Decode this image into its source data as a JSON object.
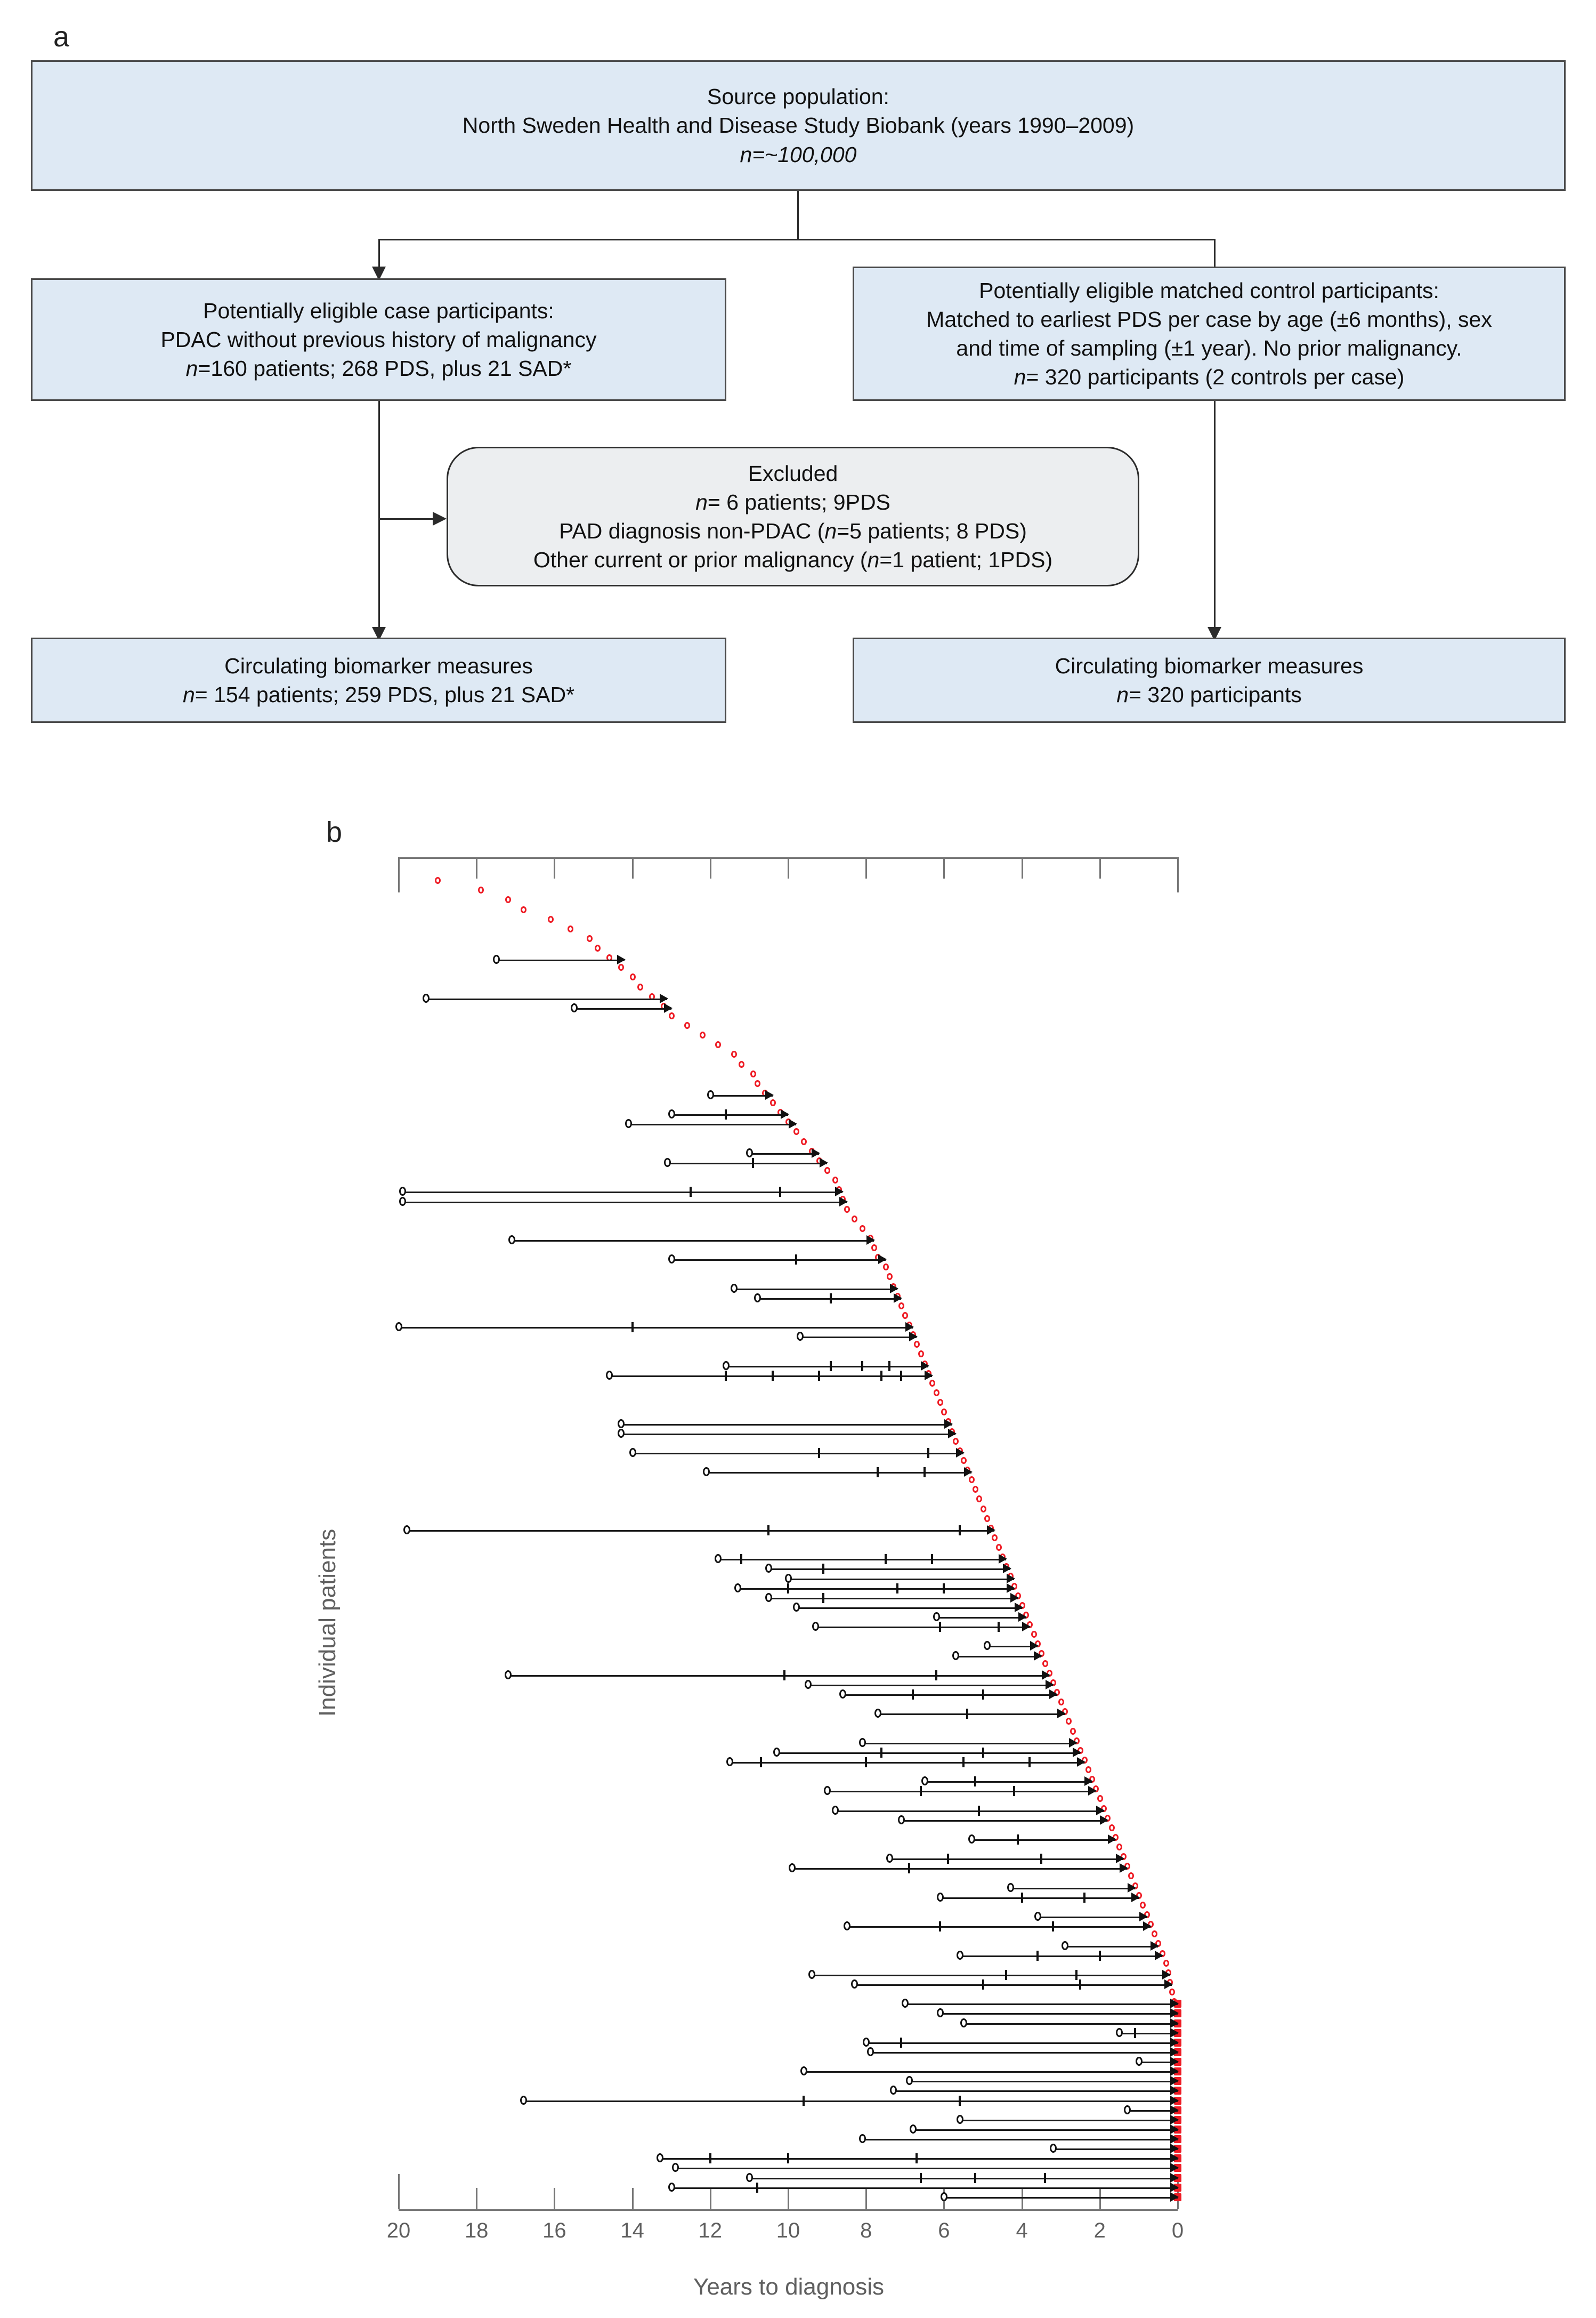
{
  "figure": {
    "panel_a_label": "a",
    "panel_b_label": "b"
  },
  "flowchart": {
    "boxes": [
      {
        "id": "source-population",
        "shape": "rect",
        "lines": [
          "Source population:",
          "North Sweden Health and Disease Study Biobank (years 1990–2009)",
          "n=~100,000"
        ]
      },
      {
        "id": "eligible-cases",
        "shape": "rect",
        "lines": [
          "Potentially eligible case participants:",
          "PDAC without previous history of malignancy",
          "n=160 patients; 268 PDS, plus 21 SAD*"
        ]
      },
      {
        "id": "eligible-controls",
        "shape": "rect",
        "lines": [
          "Potentially eligible matched control participants:",
          "Matched to earliest PDS per case by age (±6 months), sex",
          "and time of sampling (±1 year). No prior malignancy.",
          "n= 320 participants (2 controls per case)"
        ]
      },
      {
        "id": "excluded",
        "shape": "rounded",
        "lines": [
          "Excluded",
          "n= 6 patients; 9PDS",
          "PAD diagnosis non-PDAC (n=5 patients; 8 PDS)",
          "Other current or prior malignancy (n=1 patient; 1PDS)"
        ]
      },
      {
        "id": "case-biomarkers",
        "shape": "rect",
        "lines": [
          "Circulating biomarker measures",
          "n= 154 patients; 259 PDS, plus 21 SAD*"
        ]
      },
      {
        "id": "control-biomarkers",
        "shape": "rect",
        "lines": [
          "Circulating biomarker measures",
          "n= 320 participants"
        ]
      }
    ],
    "colors": {
      "box_fill": "#dee9f4",
      "box_border": "#4a4a4a",
      "excluded_fill": "#eceef0",
      "connector": "#2b2b2b"
    }
  },
  "chart_data": {
    "type": "line",
    "title": "",
    "xlabel": "Years to diagnosis",
    "ylabel": "Individual patients",
    "xlim": [
      20,
      0
    ],
    "x_tick_labels": [
      "20",
      "18",
      "16",
      "14",
      "12",
      "10",
      "8",
      "6",
      "4",
      "2",
      "0"
    ],
    "x_tick_values": [
      20,
      18,
      16,
      14,
      12,
      10,
      8,
      6,
      4,
      2,
      0
    ],
    "axis_direction": "reversed",
    "grid": false,
    "legend": "none",
    "colors": {
      "line": "#1a1a1a",
      "marker_open": "#111111",
      "latest_sample": "#ee1b24",
      "axis": "#767676",
      "axis_text": "#5f5f5f"
    },
    "series_description": "Each row is one individual patient. Open circle = earliest pre-diagnostic sample (PDS); vertical ticks = intermediate repeat samples; arrowhead = last pre-diagnostic sample; red circle = years from last sample to diagnosis.",
    "n_patients": 154,
    "rows": [
      {
        "start": 19.0,
        "end": 19.0,
        "mids": [],
        "red": 19.0
      },
      {
        "start": 17.9,
        "end": 17.9,
        "mids": [],
        "red": 17.9
      },
      {
        "start": 17.2,
        "end": 17.2,
        "mids": [],
        "red": 17.2
      },
      {
        "start": 16.8,
        "end": 16.8,
        "mids": [],
        "red": 16.8
      },
      {
        "start": 16.1,
        "end": 16.1,
        "mids": [],
        "red": 16.1
      },
      {
        "start": 15.6,
        "end": 15.6,
        "mids": [],
        "red": 15.6
      },
      {
        "start": 15.1,
        "end": 15.1,
        "mids": [],
        "red": 15.1
      },
      {
        "start": 14.9,
        "end": 14.9,
        "mids": [],
        "red": 14.9
      },
      {
        "start": 14.6,
        "end": 14.6,
        "mids": [],
        "red": 14.6
      },
      {
        "start": 17.5,
        "end": 14.2,
        "mids": [],
        "red": 14.3
      },
      {
        "start": 14.0,
        "end": 14.0,
        "mids": [],
        "red": 14.0
      },
      {
        "start": 13.8,
        "end": 13.8,
        "mids": [],
        "red": 13.8
      },
      {
        "start": 13.5,
        "end": 13.5,
        "mids": [],
        "red": 13.5
      },
      {
        "start": 19.3,
        "end": 13.1,
        "mids": [],
        "red": 13.2
      },
      {
        "start": 15.5,
        "end": 13.0,
        "mids": [],
        "red": 13.0
      },
      {
        "start": 12.6,
        "end": 12.6,
        "mids": [],
        "red": 12.6
      },
      {
        "start": 12.2,
        "end": 12.2,
        "mids": [],
        "red": 12.2
      },
      {
        "start": 11.8,
        "end": 11.8,
        "mids": [],
        "red": 11.8
      },
      {
        "start": 11.4,
        "end": 11.4,
        "mids": [],
        "red": 11.4
      },
      {
        "start": 11.2,
        "end": 11.2,
        "mids": [],
        "red": 11.2
      },
      {
        "start": 10.9,
        "end": 10.9,
        "mids": [],
        "red": 10.9
      },
      {
        "start": 10.8,
        "end": 10.8,
        "mids": [],
        "red": 10.8
      },
      {
        "start": 10.6,
        "end": 10.6,
        "mids": [],
        "red": 10.6
      },
      {
        "start": 12.0,
        "end": 10.4,
        "mids": [],
        "red": 10.4
      },
      {
        "start": 10.2,
        "end": 10.2,
        "mids": [],
        "red": 10.2
      },
      {
        "start": 13.0,
        "end": 10.0,
        "mids": [
          11.6
        ],
        "red": 10.0
      },
      {
        "start": 14.1,
        "end": 9.8,
        "mids": [],
        "red": 9.8
      },
      {
        "start": 9.6,
        "end": 9.6,
        "mids": [],
        "red": 9.6
      },
      {
        "start": 9.4,
        "end": 9.4,
        "mids": [],
        "red": 9.4
      },
      {
        "start": 11.0,
        "end": 9.2,
        "mids": [],
        "red": 9.2
      },
      {
        "start": 13.1,
        "end": 9.0,
        "mids": [
          10.9
        ],
        "red": 9.0
      },
      {
        "start": 8.8,
        "end": 8.8,
        "mids": [],
        "red": 8.8
      },
      {
        "start": 8.7,
        "end": 8.7,
        "mids": [],
        "red": 8.7
      },
      {
        "start": 19.9,
        "end": 8.6,
        "mids": [
          12.5,
          10.2
        ],
        "red": 8.6
      },
      {
        "start": 19.9,
        "end": 8.5,
        "mids": [],
        "red": 8.5
      },
      {
        "start": 8.3,
        "end": 8.3,
        "mids": [],
        "red": 8.3
      },
      {
        "start": 8.1,
        "end": 8.1,
        "mids": [],
        "red": 8.1
      },
      {
        "start": 7.9,
        "end": 7.9,
        "mids": [],
        "red": 7.9
      },
      {
        "start": 17.1,
        "end": 7.8,
        "mids": [],
        "red": 7.8
      },
      {
        "start": 7.7,
        "end": 7.7,
        "mids": [],
        "red": 7.7
      },
      {
        "start": 13.0,
        "end": 7.5,
        "mids": [
          9.8
        ],
        "red": 7.5
      },
      {
        "start": 7.4,
        "end": 7.4,
        "mids": [],
        "red": 7.4
      },
      {
        "start": 7.3,
        "end": 7.3,
        "mids": [],
        "red": 7.3
      },
      {
        "start": 11.4,
        "end": 7.2,
        "mids": [],
        "red": 7.2
      },
      {
        "start": 10.8,
        "end": 7.1,
        "mids": [
          8.9
        ],
        "red": 7.1
      },
      {
        "start": 7.0,
        "end": 7.0,
        "mids": [],
        "red": 7.0
      },
      {
        "start": 6.9,
        "end": 6.9,
        "mids": [],
        "red": 6.9
      },
      {
        "start": 20.0,
        "end": 6.8,
        "mids": [
          14.0
        ],
        "red": 6.8
      },
      {
        "start": 9.7,
        "end": 6.7,
        "mids": [],
        "red": 6.7
      },
      {
        "start": 6.6,
        "end": 6.6,
        "mids": [],
        "red": 6.6
      },
      {
        "start": 6.5,
        "end": 6.5,
        "mids": [],
        "red": 6.5
      },
      {
        "start": 11.6,
        "end": 6.4,
        "mids": [
          8.9,
          8.1,
          7.4
        ],
        "red": 6.4
      },
      {
        "start": 14.6,
        "end": 6.3,
        "mids": [
          11.6,
          10.4,
          9.2,
          7.6,
          7.1
        ],
        "red": 6.3
      },
      {
        "start": 6.2,
        "end": 6.2,
        "mids": [],
        "red": 6.2
      },
      {
        "start": 6.1,
        "end": 6.1,
        "mids": [],
        "red": 6.1
      },
      {
        "start": 6.0,
        "end": 6.0,
        "mids": [],
        "red": 6.0
      },
      {
        "start": 5.9,
        "end": 5.9,
        "mids": [],
        "red": 5.9
      },
      {
        "start": 14.3,
        "end": 5.8,
        "mids": [],
        "red": 5.8
      },
      {
        "start": 14.3,
        "end": 5.7,
        "mids": [],
        "red": 5.7
      },
      {
        "start": 5.6,
        "end": 5.6,
        "mids": [],
        "red": 5.6
      },
      {
        "start": 14.0,
        "end": 5.5,
        "mids": [
          9.2,
          6.4
        ],
        "red": 5.5
      },
      {
        "start": 5.4,
        "end": 5.4,
        "mids": [],
        "red": 5.4
      },
      {
        "start": 12.1,
        "end": 5.3,
        "mids": [
          7.7,
          6.5
        ],
        "red": 5.3
      },
      {
        "start": 5.2,
        "end": 5.2,
        "mids": [],
        "red": 5.2
      },
      {
        "start": 5.1,
        "end": 5.1,
        "mids": [],
        "red": 5.1
      },
      {
        "start": 5.0,
        "end": 5.0,
        "mids": [],
        "red": 5.0
      },
      {
        "start": 4.9,
        "end": 4.9,
        "mids": [],
        "red": 4.9
      },
      {
        "start": 4.8,
        "end": 4.8,
        "mids": [],
        "red": 4.8
      },
      {
        "start": 19.8,
        "end": 4.7,
        "mids": [
          10.5,
          5.6
        ],
        "red": 4.7
      },
      {
        "start": 4.6,
        "end": 4.6,
        "mids": [],
        "red": 4.6
      },
      {
        "start": 4.5,
        "end": 4.5,
        "mids": [],
        "red": 4.5
      },
      {
        "start": 11.8,
        "end": 4.4,
        "mids": [
          11.2,
          7.5,
          6.3
        ],
        "red": 4.4
      },
      {
        "start": 10.5,
        "end": 4.3,
        "mids": [
          9.1
        ],
        "red": 4.3
      },
      {
        "start": 10.0,
        "end": 4.2,
        "mids": [],
        "red": 4.2
      },
      {
        "start": 11.3,
        "end": 4.2,
        "mids": [
          10.0,
          7.2,
          6.0
        ],
        "red": 4.1
      },
      {
        "start": 10.5,
        "end": 4.1,
        "mids": [
          9.1
        ],
        "red": 4.0
      },
      {
        "start": 9.8,
        "end": 4.0,
        "mids": [],
        "red": 3.9
      },
      {
        "start": 6.2,
        "end": 3.9,
        "mids": [],
        "red": 3.8
      },
      {
        "start": 9.3,
        "end": 3.8,
        "mids": [
          6.1,
          4.6
        ],
        "red": 3.7
      },
      {
        "start": 3.7,
        "end": 3.7,
        "mids": [],
        "red": 3.6
      },
      {
        "start": 4.9,
        "end": 3.6,
        "mids": [],
        "red": 3.5
      },
      {
        "start": 5.7,
        "end": 3.5,
        "mids": [],
        "red": 3.4
      },
      {
        "start": 3.4,
        "end": 3.4,
        "mids": [],
        "red": 3.3
      },
      {
        "start": 17.2,
        "end": 3.3,
        "mids": [
          10.1,
          6.2
        ],
        "red": 3.2
      },
      {
        "start": 9.5,
        "end": 3.2,
        "mids": [],
        "red": 3.1
      },
      {
        "start": 8.6,
        "end": 3.1,
        "mids": [
          6.8,
          5.0
        ],
        "red": 3.0
      },
      {
        "start": 3.0,
        "end": 3.0,
        "mids": [],
        "red": 2.9
      },
      {
        "start": 7.7,
        "end": 2.9,
        "mids": [
          5.4
        ],
        "red": 2.8
      },
      {
        "start": 2.8,
        "end": 2.8,
        "mids": [],
        "red": 2.7
      },
      {
        "start": 2.7,
        "end": 2.7,
        "mids": [],
        "red": 2.6
      },
      {
        "start": 8.1,
        "end": 2.6,
        "mids": [],
        "red": 2.5
      },
      {
        "start": 10.3,
        "end": 2.5,
        "mids": [
          7.6,
          5.0
        ],
        "red": 2.4
      },
      {
        "start": 11.5,
        "end": 2.4,
        "mids": [
          10.7,
          8.0,
          5.5,
          3.8
        ],
        "red": 2.3
      },
      {
        "start": 2.3,
        "end": 2.3,
        "mids": [],
        "red": 2.2
      },
      {
        "start": 6.5,
        "end": 2.2,
        "mids": [
          5.2
        ],
        "red": 2.1
      },
      {
        "start": 9.0,
        "end": 2.1,
        "mids": [
          6.6,
          4.2
        ],
        "red": 2.0
      },
      {
        "start": 2.0,
        "end": 2.0,
        "mids": [],
        "red": 1.9
      },
      {
        "start": 8.8,
        "end": 1.9,
        "mids": [
          5.1
        ],
        "red": 1.8
      },
      {
        "start": 7.1,
        "end": 1.8,
        "mids": [],
        "red": 1.7
      },
      {
        "start": 1.7,
        "end": 1.7,
        "mids": [],
        "red": 1.6
      },
      {
        "start": 5.3,
        "end": 1.6,
        "mids": [
          4.1
        ],
        "red": 1.5
      },
      {
        "start": 1.5,
        "end": 1.5,
        "mids": [],
        "red": 1.4
      },
      {
        "start": 7.4,
        "end": 1.4,
        "mids": [
          5.9,
          3.5
        ],
        "red": 1.3
      },
      {
        "start": 9.9,
        "end": 1.3,
        "mids": [
          6.9
        ],
        "red": 1.2
      },
      {
        "start": 1.2,
        "end": 1.2,
        "mids": [],
        "red": 1.1
      },
      {
        "start": 4.3,
        "end": 1.1,
        "mids": [],
        "red": 1.0
      },
      {
        "start": 6.1,
        "end": 1.0,
        "mids": [
          4.0,
          2.4
        ],
        "red": 0.9
      },
      {
        "start": 0.9,
        "end": 0.9,
        "mids": [],
        "red": 0.8
      },
      {
        "start": 3.6,
        "end": 0.8,
        "mids": [],
        "red": 0.7
      },
      {
        "start": 8.5,
        "end": 0.7,
        "mids": [
          6.1,
          3.2
        ],
        "red": 0.6
      },
      {
        "start": 0.6,
        "end": 0.6,
        "mids": [],
        "red": 0.5
      },
      {
        "start": 2.9,
        "end": 0.5,
        "mids": [],
        "red": 0.4
      },
      {
        "start": 5.6,
        "end": 0.4,
        "mids": [
          3.6,
          2.0
        ],
        "red": 0.3
      },
      {
        "start": 0.3,
        "end": 0.3,
        "mids": [],
        "red": 0.25
      },
      {
        "start": 9.4,
        "end": 0.2,
        "mids": [
          4.4,
          2.6
        ],
        "red": 0.2
      },
      {
        "start": 8.3,
        "end": 0.15,
        "mids": [
          5.0,
          2.5
        ],
        "red": 0.15
      },
      {
        "start": 0.1,
        "end": 0.1,
        "mids": [],
        "red": 0.1
      },
      {
        "start": 7.0,
        "end": 0.0,
        "mids": [],
        "red": 0.0
      },
      {
        "start": 6.1,
        "end": 0.0,
        "mids": [],
        "red": 0.0
      },
      {
        "start": 5.5,
        "end": 0.0,
        "mids": [],
        "red": 0.0
      },
      {
        "start": 1.5,
        "end": 0.0,
        "mids": [
          1.1
        ],
        "red": 0.0
      },
      {
        "start": 8.0,
        "end": 0.0,
        "mids": [
          7.1
        ],
        "red": 0.0
      },
      {
        "start": 7.9,
        "end": 0.0,
        "mids": [],
        "red": 0.0
      },
      {
        "start": 1.0,
        "end": 0.0,
        "mids": [],
        "red": 0.0
      },
      {
        "start": 9.6,
        "end": 0.0,
        "mids": [],
        "red": 0.0
      },
      {
        "start": 6.9,
        "end": 0.0,
        "mids": [],
        "red": 0.0
      },
      {
        "start": 7.3,
        "end": 0.0,
        "mids": [],
        "red": 0.0
      },
      {
        "start": 16.8,
        "end": 0.0,
        "mids": [
          9.6,
          5.6
        ],
        "red": 0.0
      },
      {
        "start": 1.3,
        "end": 0.0,
        "mids": [],
        "red": 0.0
      },
      {
        "start": 5.6,
        "end": 0.0,
        "mids": [],
        "red": 0.0
      },
      {
        "start": 6.8,
        "end": 0.0,
        "mids": [],
        "red": 0.0
      },
      {
        "start": 8.1,
        "end": 0.0,
        "mids": [],
        "red": 0.0
      },
      {
        "start": 3.2,
        "end": 0.0,
        "mids": [],
        "red": 0.0
      },
      {
        "start": 13.3,
        "end": 0.0,
        "mids": [
          12.0,
          10.0,
          6.7
        ],
        "red": 0.0
      },
      {
        "start": 12.9,
        "end": 0.0,
        "mids": [],
        "red": 0.0
      },
      {
        "start": 11.0,
        "end": 0.0,
        "mids": [
          6.6,
          5.2,
          3.4
        ],
        "red": 0.0
      },
      {
        "start": 13.0,
        "end": 0.0,
        "mids": [
          10.8
        ],
        "red": 0.0
      },
      {
        "start": 6.0,
        "end": 0.0,
        "mids": [],
        "red": 0.0
      }
    ]
  }
}
